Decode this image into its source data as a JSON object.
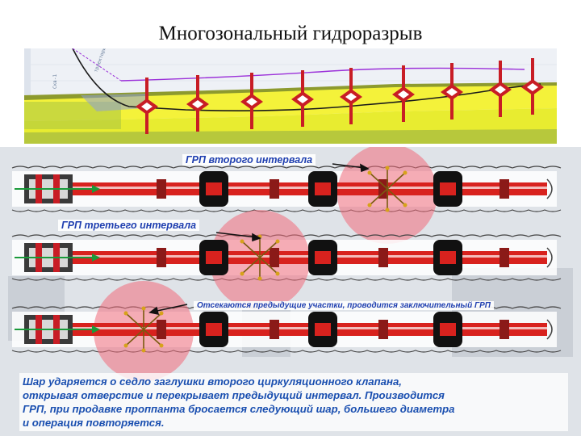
{
  "title": "Многозональный гидроразрыв",
  "labels": {
    "second_interval": "ГРП второго интервала",
    "third_interval": "ГРП третьего интервала",
    "final": "Отсекаются предыдущие участки, проводится заключительный ГРП"
  },
  "bottom_text": [
    "Шар ударяется о седло заглушки второго циркуляционного клапана,",
    "открывая отверстие и перекрывает предыдущий интервал. Производится",
    "ГРП, при продавке проппанта бросается следующий шар, большего диаметра",
    "и операция повторяется."
  ],
  "colors": {
    "layer_yellow": "#f4f23a",
    "layer_olive": "#9aa83a",
    "frac_red": "#c81d25",
    "pipe_red": "#d8221e",
    "highlight": "#f06b7a",
    "text_blue": "#1f3fb0",
    "trajectory": "#9b30d9"
  },
  "frac_stages_top": 9,
  "stages_shown": 3,
  "active_interval_per_row": [
    3,
    2,
    1
  ]
}
